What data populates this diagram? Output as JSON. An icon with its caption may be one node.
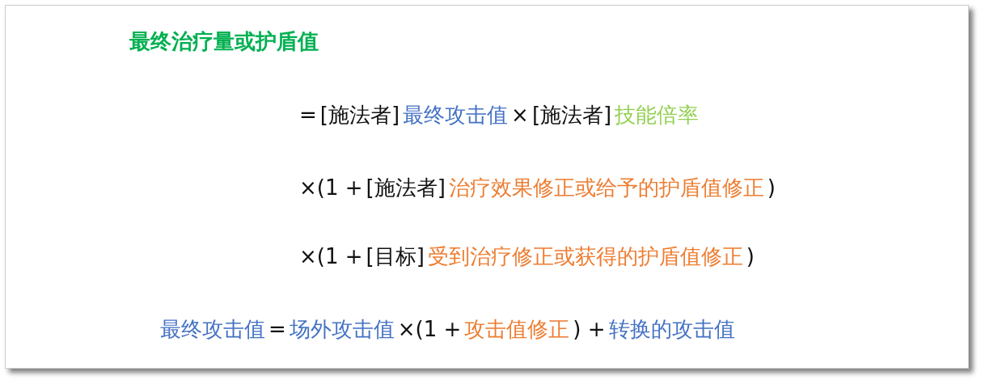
{
  "diagram": {
    "title": "最终治疗量或护盾值",
    "labels": [
      "=",
      "[施法者]",
      "最终攻击值",
      "×",
      "[施法者]",
      "技能倍率",
      "×(1 +",
      "[施法者]",
      "治疗效果修正或给予的护盾值修正",
      ")",
      "×(1 +",
      "[目标]",
      "受到治疗修正或获得的护盾值修正",
      ")",
      "最终攻击值",
      "=",
      "场外攻击值",
      "×(1 +",
      "攻击值修正",
      ") +",
      "转换的攻击值"
    ]
  }
}
